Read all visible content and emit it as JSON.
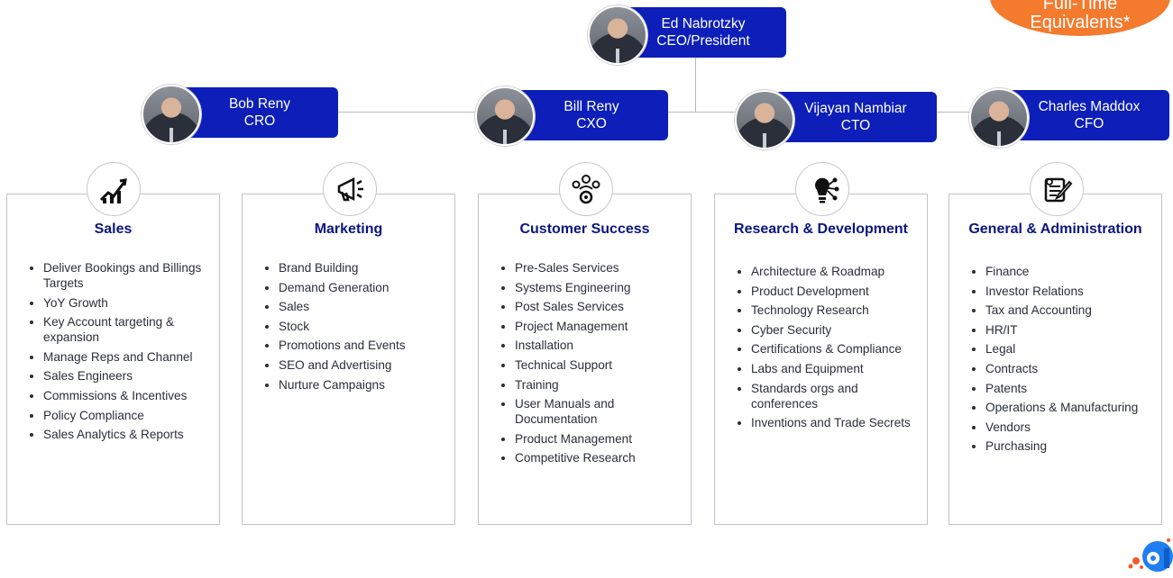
{
  "fte_badge": {
    "line1": "Full-Time",
    "line2": "Equivalents*"
  },
  "ceo": {
    "name": "Ed Nabrotzky",
    "title": "CEO/President"
  },
  "executives": [
    {
      "name": "Bob Reny",
      "title": "CRO"
    },
    {
      "name": "Bill Reny",
      "title": "CXO"
    },
    {
      "name": "Vijayan Nambiar",
      "title": "CTO"
    },
    {
      "name": "Charles Maddox",
      "title": "CFO"
    }
  ],
  "departments": [
    {
      "title": "Sales",
      "icon": "growth-chart-hand-icon",
      "items": [
        "Deliver Bookings and Billings Targets",
        "YoY Growth",
        "Key Account targeting & expansion",
        "Manage Reps and Channel",
        "Sales Engineers",
        "Commissions & Incentives",
        "Policy Compliance",
        "Sales Analytics & Reports"
      ]
    },
    {
      "title": "Marketing",
      "icon": "megaphone-icon",
      "items": [
        "Brand Building",
        "Demand Generation",
        "Sales",
        "Stock",
        "Promotions and Events",
        "SEO and Advertising",
        "Nurture Campaigns"
      ]
    },
    {
      "title": "Customer Success",
      "icon": "team-gear-icon",
      "items": [
        "Pre-Sales Services",
        "Systems Engineering",
        "Post Sales Services",
        "Project Management",
        "Installation",
        "Technical Support",
        "Training",
        " User Manuals and Documentation",
        "Product Management",
        "Competitive Research"
      ]
    },
    {
      "title": "Research & Development",
      "icon": "lightbulb-network-icon",
      "items": [
        "Architecture & Roadmap",
        "Product Development",
        "Technology Research",
        "Cyber Security",
        "Certifications & Compliance",
        "Labs and Equipment",
        " Standards orgs and conferences",
        " Inventions and Trade Secrets"
      ]
    },
    {
      "title": "General & Administration",
      "icon": "document-pen-icon",
      "items": [
        "Finance",
        "Investor Relations",
        "Tax and Accounting",
        "HR/IT",
        "Legal",
        "Contracts",
        "Patents",
        "Operations & Manufacturing",
        "Vendors",
        "Purchasing"
      ]
    }
  ],
  "colors": {
    "pill": "#0d1fb8",
    "dept_title": "#0b1580",
    "fte_badge": "#f47a2e",
    "connector": "#b9b9b9"
  },
  "logo": "company-logo-icon"
}
